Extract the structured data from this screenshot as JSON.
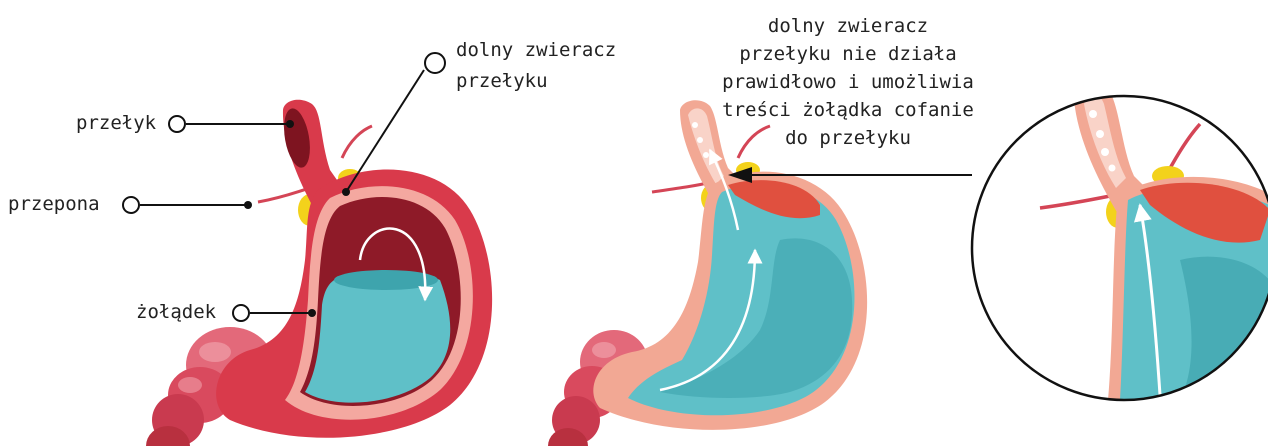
{
  "labels": {
    "przelyk": "przełyk",
    "przepona": "przepona",
    "zoladek": "żołądek",
    "zwieracz_line1": "dolny zwieracz",
    "zwieracz_line2": "przełyku",
    "reflux_line1": "dolny zwieracz",
    "reflux_line2": "przełyku nie działa",
    "reflux_line3": "prawidłowo i umożliwia",
    "reflux_line4": "treści żołądka cofanie",
    "reflux_line5": "do przełyku"
  },
  "colors": {
    "stomach_outer": "#d93a4b",
    "stomach_inner_dark": "#8e1a28",
    "wall_pink": "#f4a8a0",
    "acid": "#5fc0c8",
    "acid_dark": "#3ea4ad",
    "fat": "#f3d21b",
    "intestine": "#e05a6a"
  }
}
